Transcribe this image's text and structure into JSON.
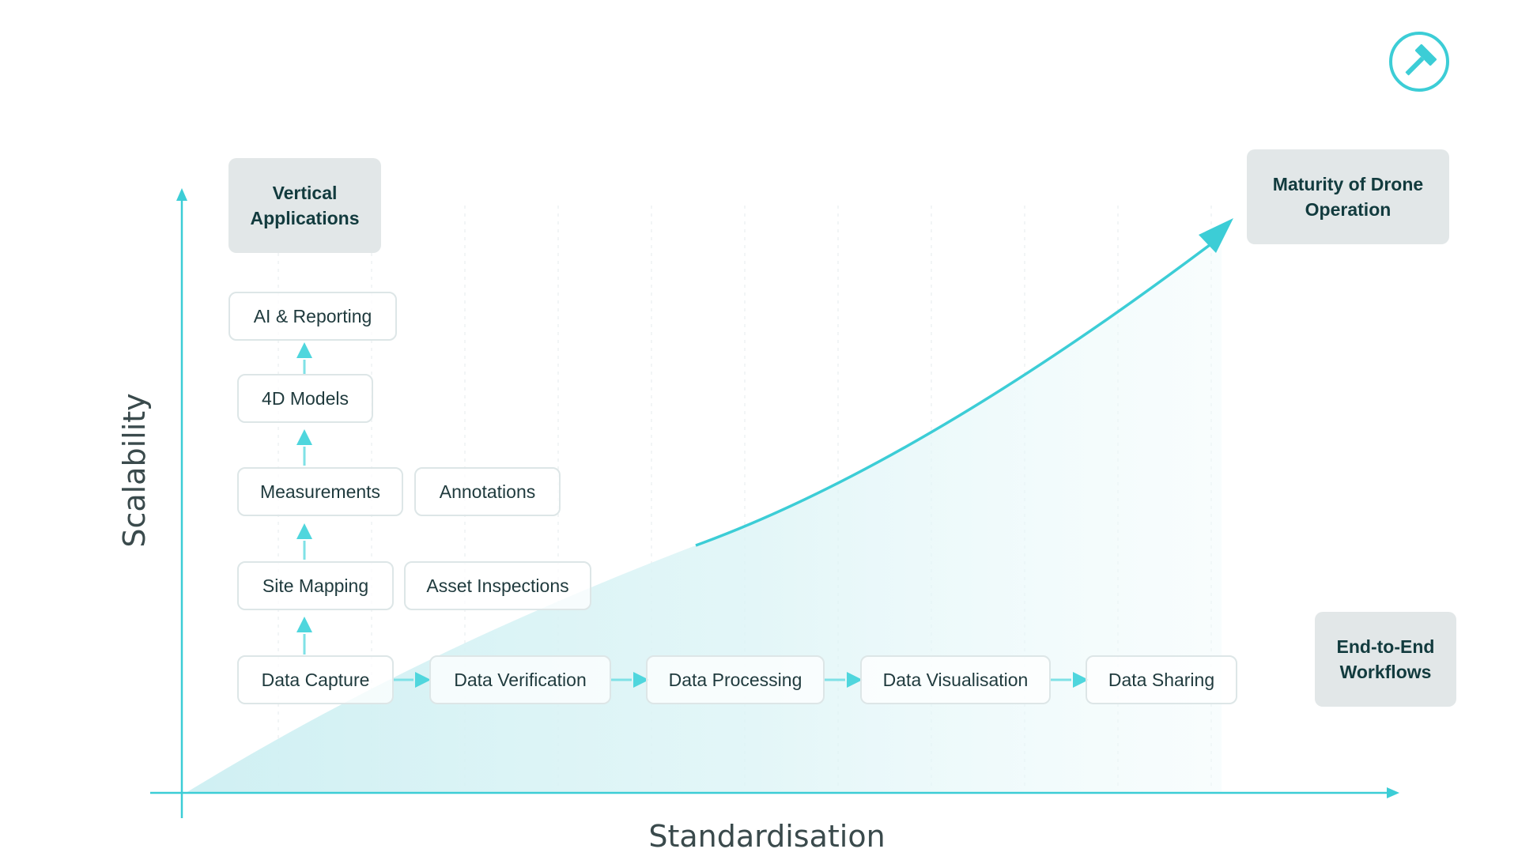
{
  "diagram": {
    "axes": {
      "x_label": "Standardisation",
      "y_label": "Scalability"
    },
    "corner_labels": {
      "top_left": [
        "Vertical",
        "Applications"
      ],
      "top_right": [
        "Maturity of Drone",
        "Operation"
      ],
      "bottom_right": [
        "End-to-End",
        "Workflows"
      ]
    },
    "vertical_stack": [
      "AI & Reporting",
      "4D Models",
      "Measurements",
      "Site Mapping",
      "Data Capture"
    ],
    "side_items": [
      "Annotations",
      "Asset Inspections"
    ],
    "workflow": [
      "Data Capture",
      "Data Verification",
      "Data Processing",
      "Data Visualisation",
      "Data Sharing"
    ],
    "colors": {
      "accent": "#3ccdd6",
      "box_border": "#dde6e7",
      "label_bg": "#e2e7e8",
      "text": "#1f3a3d"
    },
    "logo_icon": "hammer-icon"
  }
}
